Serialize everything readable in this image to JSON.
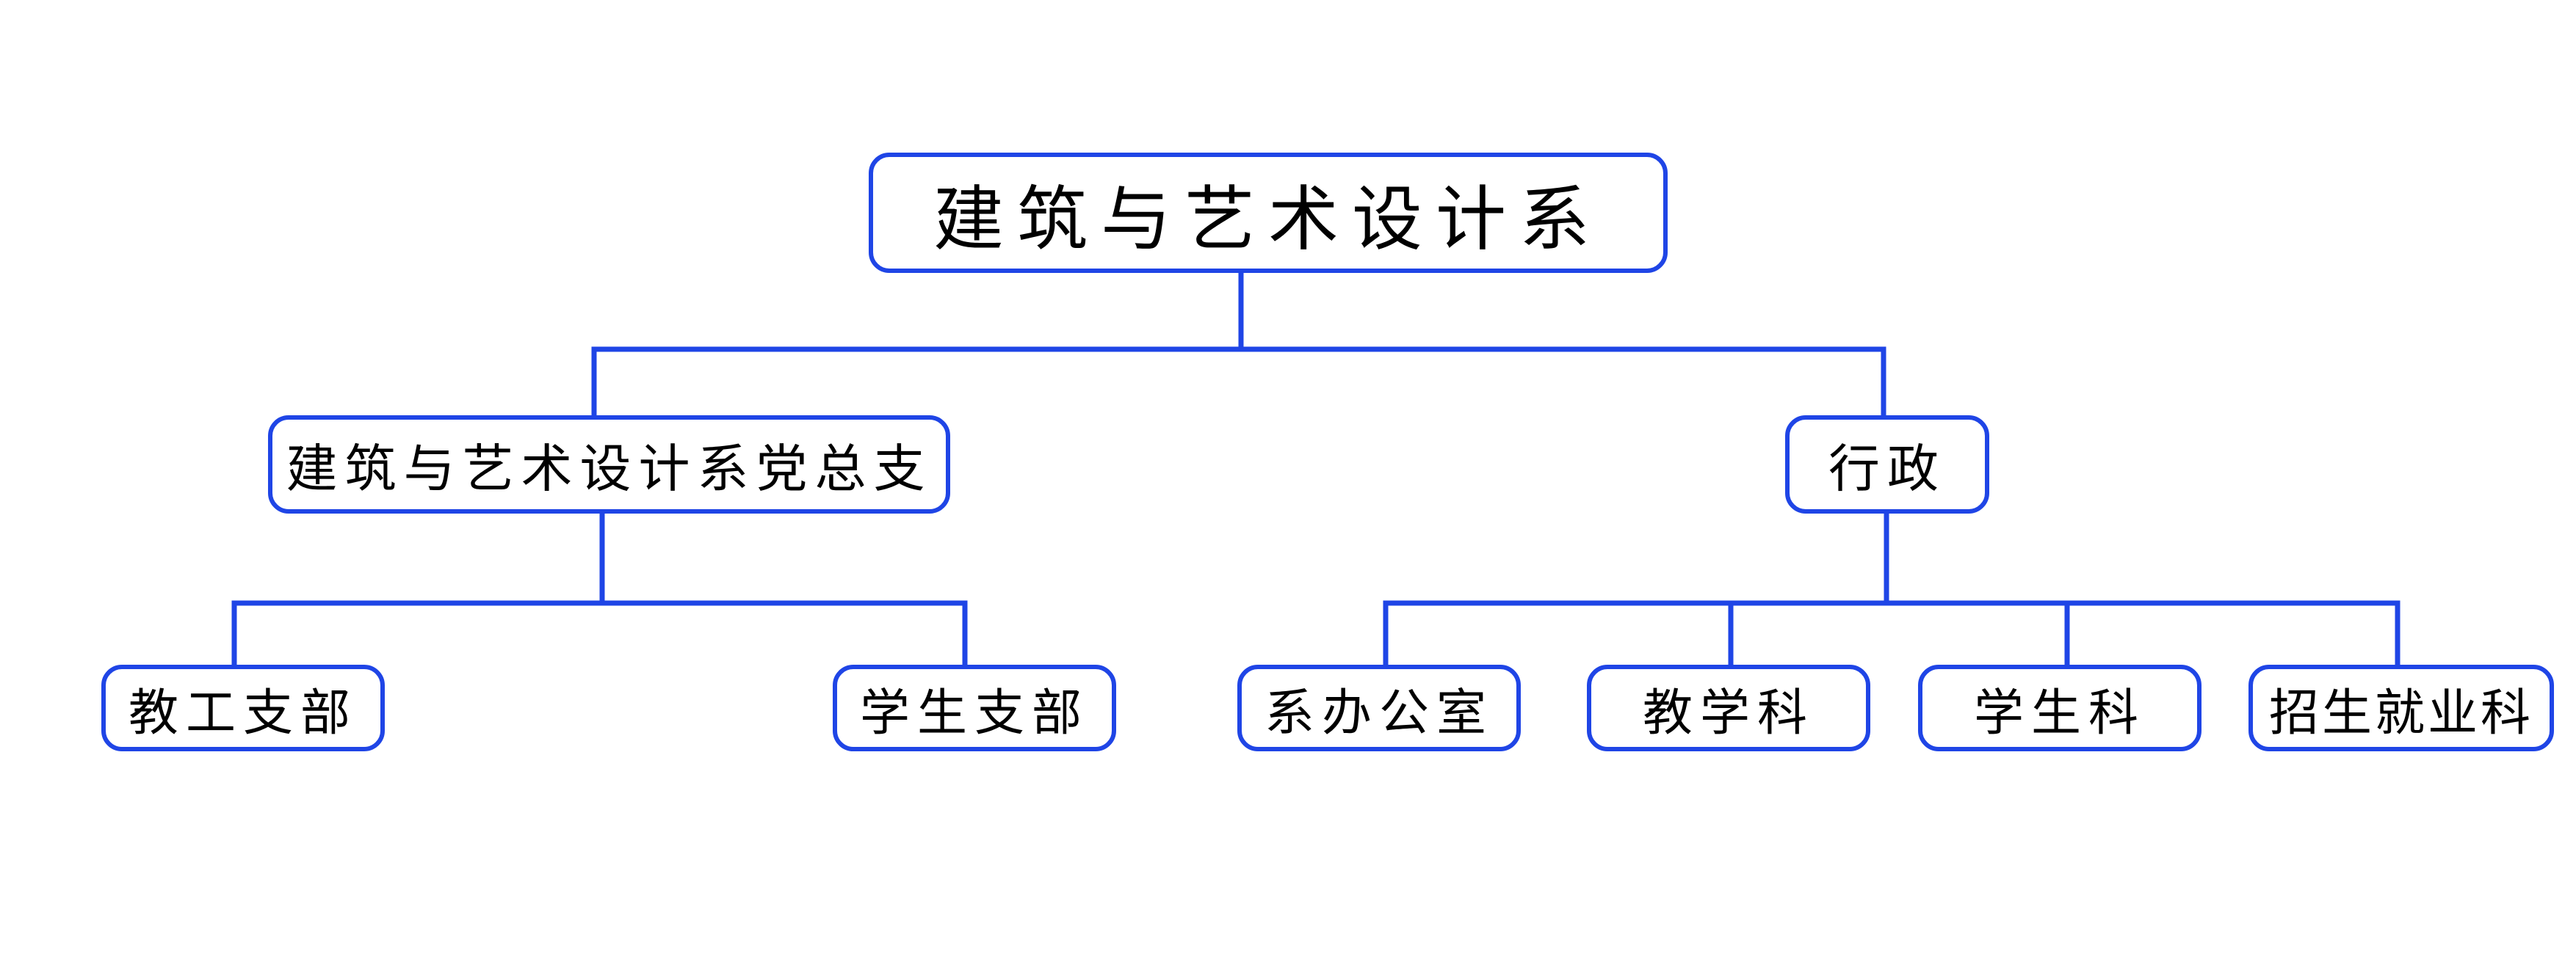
{
  "diagram": {
    "accent_color": "#1f45e6",
    "root": {
      "label": "建筑与艺术设计系"
    },
    "party_branch": {
      "label": "建筑与艺术设计系党总支",
      "children": [
        {
          "label": "教工支部"
        },
        {
          "label": "学生支部"
        }
      ]
    },
    "administration": {
      "label": "行政",
      "children": [
        {
          "label": "系办公室"
        },
        {
          "label": "教学科"
        },
        {
          "label": "学生科"
        },
        {
          "label": "招生就业科"
        }
      ]
    }
  }
}
